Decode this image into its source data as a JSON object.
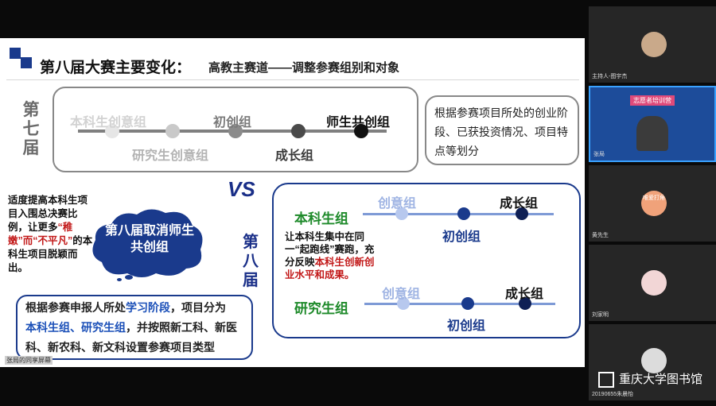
{
  "slide": {
    "title": "第八届大赛主要变化：",
    "subtitle": "高教主赛道——调整参赛组别和对象",
    "edition7": "第七届",
    "edition7_groups": {
      "undergrad_idea": "本科生创意组",
      "grad_idea": "研究生创意组",
      "startup": "初创组",
      "growth": "成长组",
      "teacher_student": "师生共创组"
    },
    "edition7_note": "根据参赛项目所处的创业阶段、已获投资情况、项目特点等划分",
    "vs": "VS",
    "left_note": {
      "p1": "适度提高本科生项目入围总决赛比例，让更多",
      "p2": "“稚嫩”而“不平凡”",
      "p3": "的本科生项目脱颖而出。"
    },
    "cloud": "第八届取消师生共创组",
    "edition8": "第八届",
    "undergrad": {
      "track": "本科生组",
      "idea": "创意组",
      "startup": "初创组",
      "growth": "成长组"
    },
    "graduate": {
      "track": "研究生组",
      "idea": "创意组",
      "startup": "初创组",
      "growth": "成长组"
    },
    "mid_note": {
      "p1": "让本科生集中在同一“起跑线”赛跑，充分反映",
      "p2": "本科生创新创业水平和成果。"
    },
    "bottom_note": {
      "p1": "根据参赛申报人所处",
      "p1b": "学习阶段",
      "p1c": "，项目分为",
      "p2": "本科生组、研究生组",
      "p2b": "，并按照新工科、新医科、新农科、新文科设置参赛项目类型"
    },
    "corner_label": "张局的同享屏幕"
  },
  "participants": [
    {
      "name": "主持人-图宇杰",
      "avatar": "photo"
    },
    {
      "name": "张局",
      "avatar": "video",
      "banner": "志愿者培训营"
    },
    {
      "name": "黄先生",
      "avatar": "努力",
      "avatar_text": "唯爱打角"
    },
    {
      "name": "刘家明",
      "avatar": "cartoon"
    },
    {
      "name": "20190655朱晨怡",
      "avatar": "default"
    }
  ],
  "watermark": "重庆大学图书馆",
  "colors": {
    "navy": "#1a3a8c",
    "red": "#c21818",
    "blue": "#1a4fb8"
  }
}
